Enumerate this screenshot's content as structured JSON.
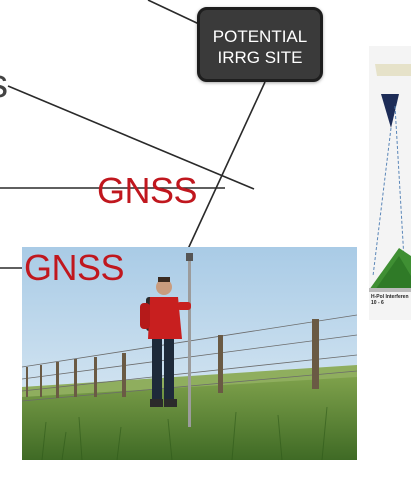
{
  "callout": {
    "line1": "POTENTIAL",
    "line2": "IRRG SITE"
  },
  "labels": {
    "gnss_upper": "GNSS",
    "gnss_lower": "GNSS",
    "partial_left": "s"
  },
  "side_figure": {
    "caption_line1": "H-Pol Interferen",
    "caption_line2": "10 - 6"
  },
  "colors": {
    "callout_fill": "#3a3a3a",
    "gnss_text": "#c0171e",
    "line": "#2a2a2a",
    "sky": "#bcd7ec",
    "grass": "#5f8a3a",
    "jacket": "#c81f1f",
    "side_green": "#3f8f33",
    "side_navy": "#1d2c57"
  }
}
